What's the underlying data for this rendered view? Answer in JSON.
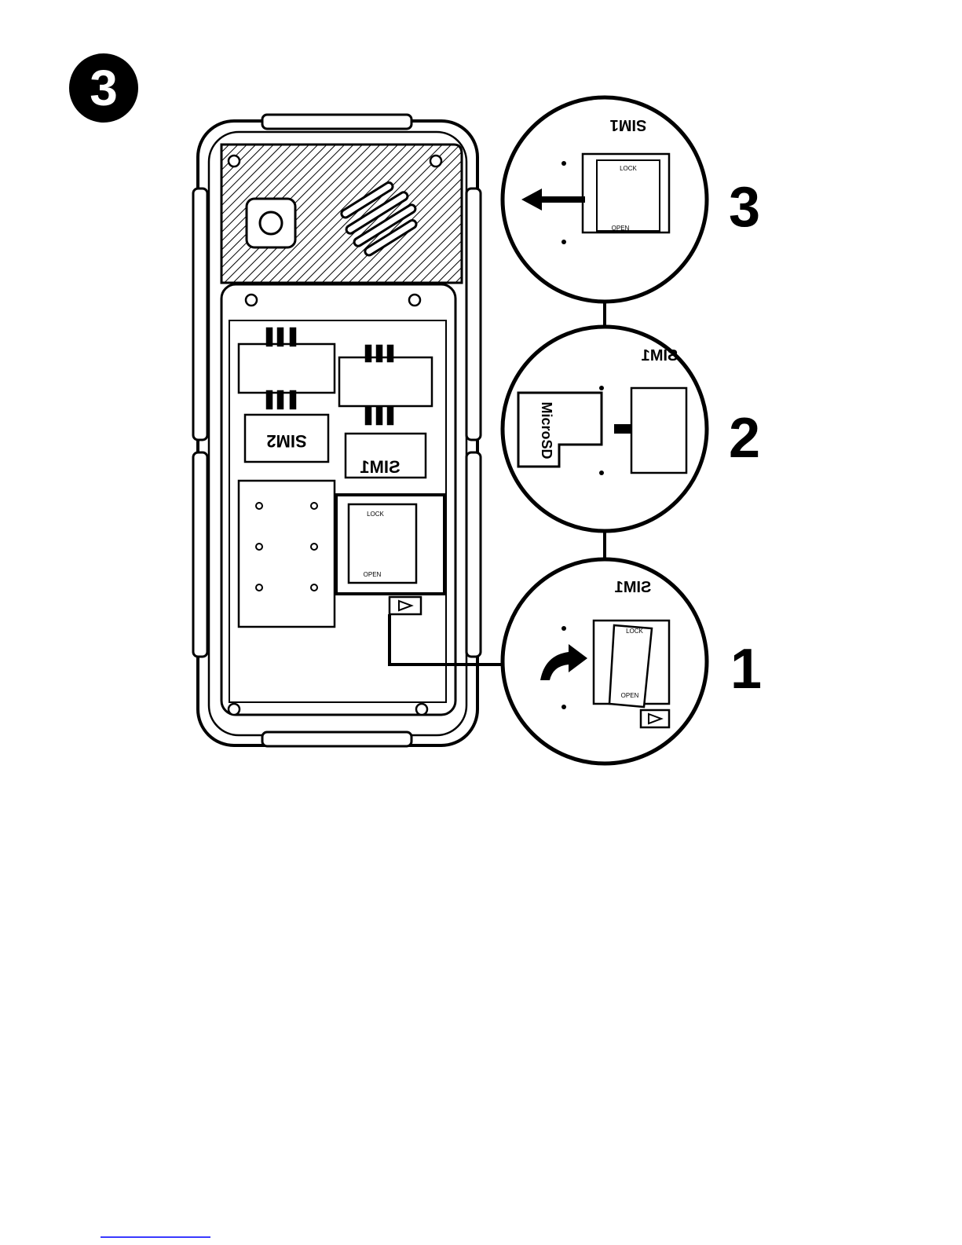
{
  "figure": {
    "step_badge": "3",
    "labels": {
      "sim1": "SIM1",
      "sim2": "SIM2",
      "microsd": "MicroSD",
      "lock": "LOCK",
      "open": "OPEN"
    },
    "substeps": [
      "3",
      "2",
      "1"
    ]
  },
  "colors": {
    "ink": "#000000",
    "paper": "#ffffff",
    "link": "#3a3aff"
  }
}
